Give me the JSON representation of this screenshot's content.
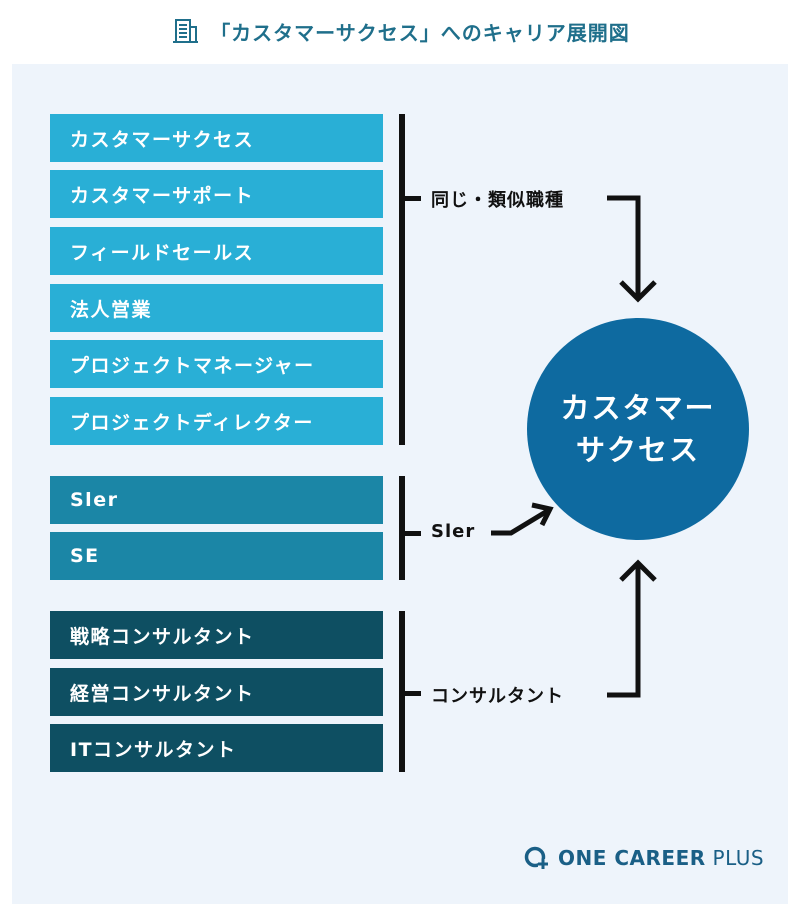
{
  "header": {
    "title": "「カスタマーサクセス」へのキャリア展開図",
    "icon": "building-icon",
    "color": "#1f6f8b"
  },
  "groups": [
    {
      "label": "同じ・類似職種",
      "color": "#29afd6",
      "items": [
        "カスタマーサクセス",
        "カスタマーサポート",
        "フィールドセールス",
        "法人営業",
        "プロジェクトマネージャー",
        "プロジェクトディレクター"
      ]
    },
    {
      "label": "Sler",
      "color": "#1b86a6",
      "items": [
        "Sler",
        "SE"
      ]
    },
    {
      "label": "コンサルタント",
      "color": "#0e4f62",
      "items": [
        "戦略コンサルタント",
        "経営コンサルタント",
        "ITコンサルタント"
      ]
    }
  ],
  "target": {
    "line1": "カスタマー",
    "line2": "サクセス",
    "color": "#0e6aa0"
  },
  "logo": {
    "brand": "ONE CAREER",
    "suffix": "PLUS",
    "icon": "one-career-logo-icon",
    "color": "#1a5f86"
  }
}
